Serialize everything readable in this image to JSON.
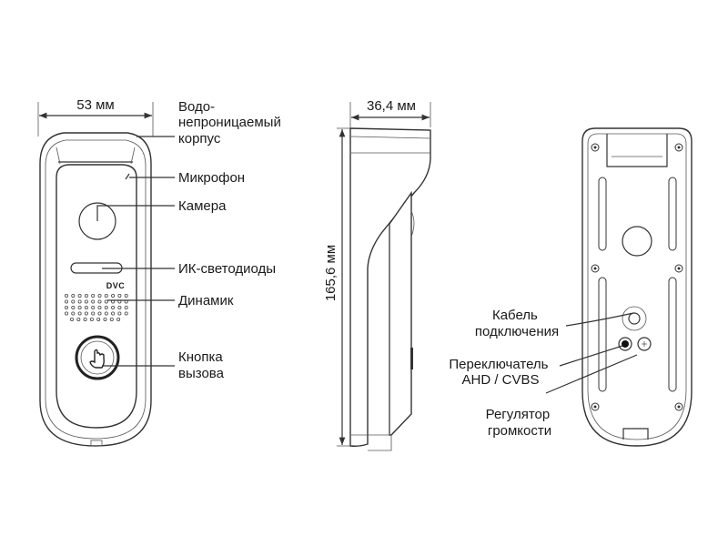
{
  "front_view": {
    "width_dim": "53 мм",
    "labels": {
      "housing": [
        "Водо-",
        "непроницаемый",
        "корпус"
      ],
      "microphone": "Микрофон",
      "camera": "Камера",
      "ir_leds": "ИК-светодиоды",
      "speaker": "Динамик",
      "call_button": [
        "Кнопка",
        "вызова"
      ]
    },
    "logo": "DVC"
  },
  "side_view": {
    "depth_dim": "36,4 мм",
    "height_dim": "165,6 мм"
  },
  "rear_view": {
    "labels": {
      "cable": [
        "Кабель",
        "подключения"
      ],
      "switch": [
        "Переключатель",
        "AHD / CVBS"
      ],
      "volume": [
        "Регулятор",
        "громкости"
      ]
    }
  }
}
